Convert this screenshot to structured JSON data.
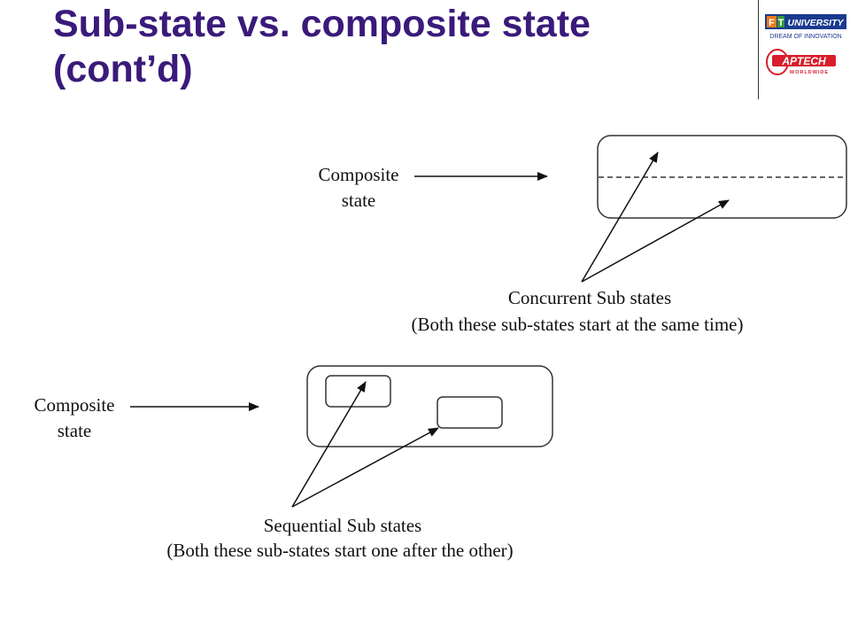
{
  "title": {
    "line1": "Sub-state vs. composite state",
    "line2": "(cont’d)",
    "color": "#3a1a7a"
  },
  "logos": {
    "fpt": {
      "mark": "F",
      "mark2": "T",
      "wordmark": "UNIVERSITY",
      "tagline": "DREAM OF INNOVATION"
    },
    "aptech": {
      "wordmark": "APTECH",
      "sub": "WORLDWIDE"
    }
  },
  "top_example": {
    "composite_label": [
      "Composite",
      "state"
    ],
    "substates_caption": "Concurrent Sub states",
    "substates_note": "(Both these sub-states start at the same time)"
  },
  "bottom_example": {
    "composite_label": [
      "Composite",
      "state"
    ],
    "substates_caption": "Sequential Sub states",
    "substates_note": "(Both these sub-states start one after the other)"
  },
  "colors": {
    "fpt_orange": "#f07a1a",
    "fpt_blue": "#1a3a8f",
    "fpt_green": "#2f9a3a",
    "aptech_red": "#d81e2c"
  }
}
